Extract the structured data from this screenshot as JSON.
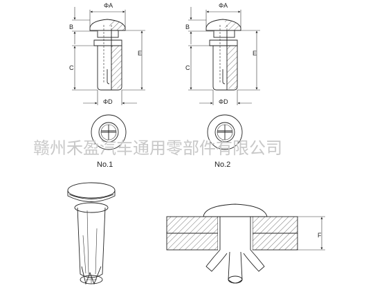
{
  "drawing_1": {
    "dim_a": "ΦA",
    "dim_b": "B",
    "dim_c": "C",
    "dim_d": "ΦD",
    "dim_e": "E",
    "caption": "No.1"
  },
  "drawing_2": {
    "dim_a": "ΦA",
    "dim_b": "B",
    "dim_c": "C",
    "dim_d": "ΦD",
    "dim_e": "E",
    "caption": "No.2"
  },
  "installed_view": {
    "dim_f": "F"
  },
  "watermark": {
    "text": "赣州禾盈汽车通用零部件有限公司"
  }
}
